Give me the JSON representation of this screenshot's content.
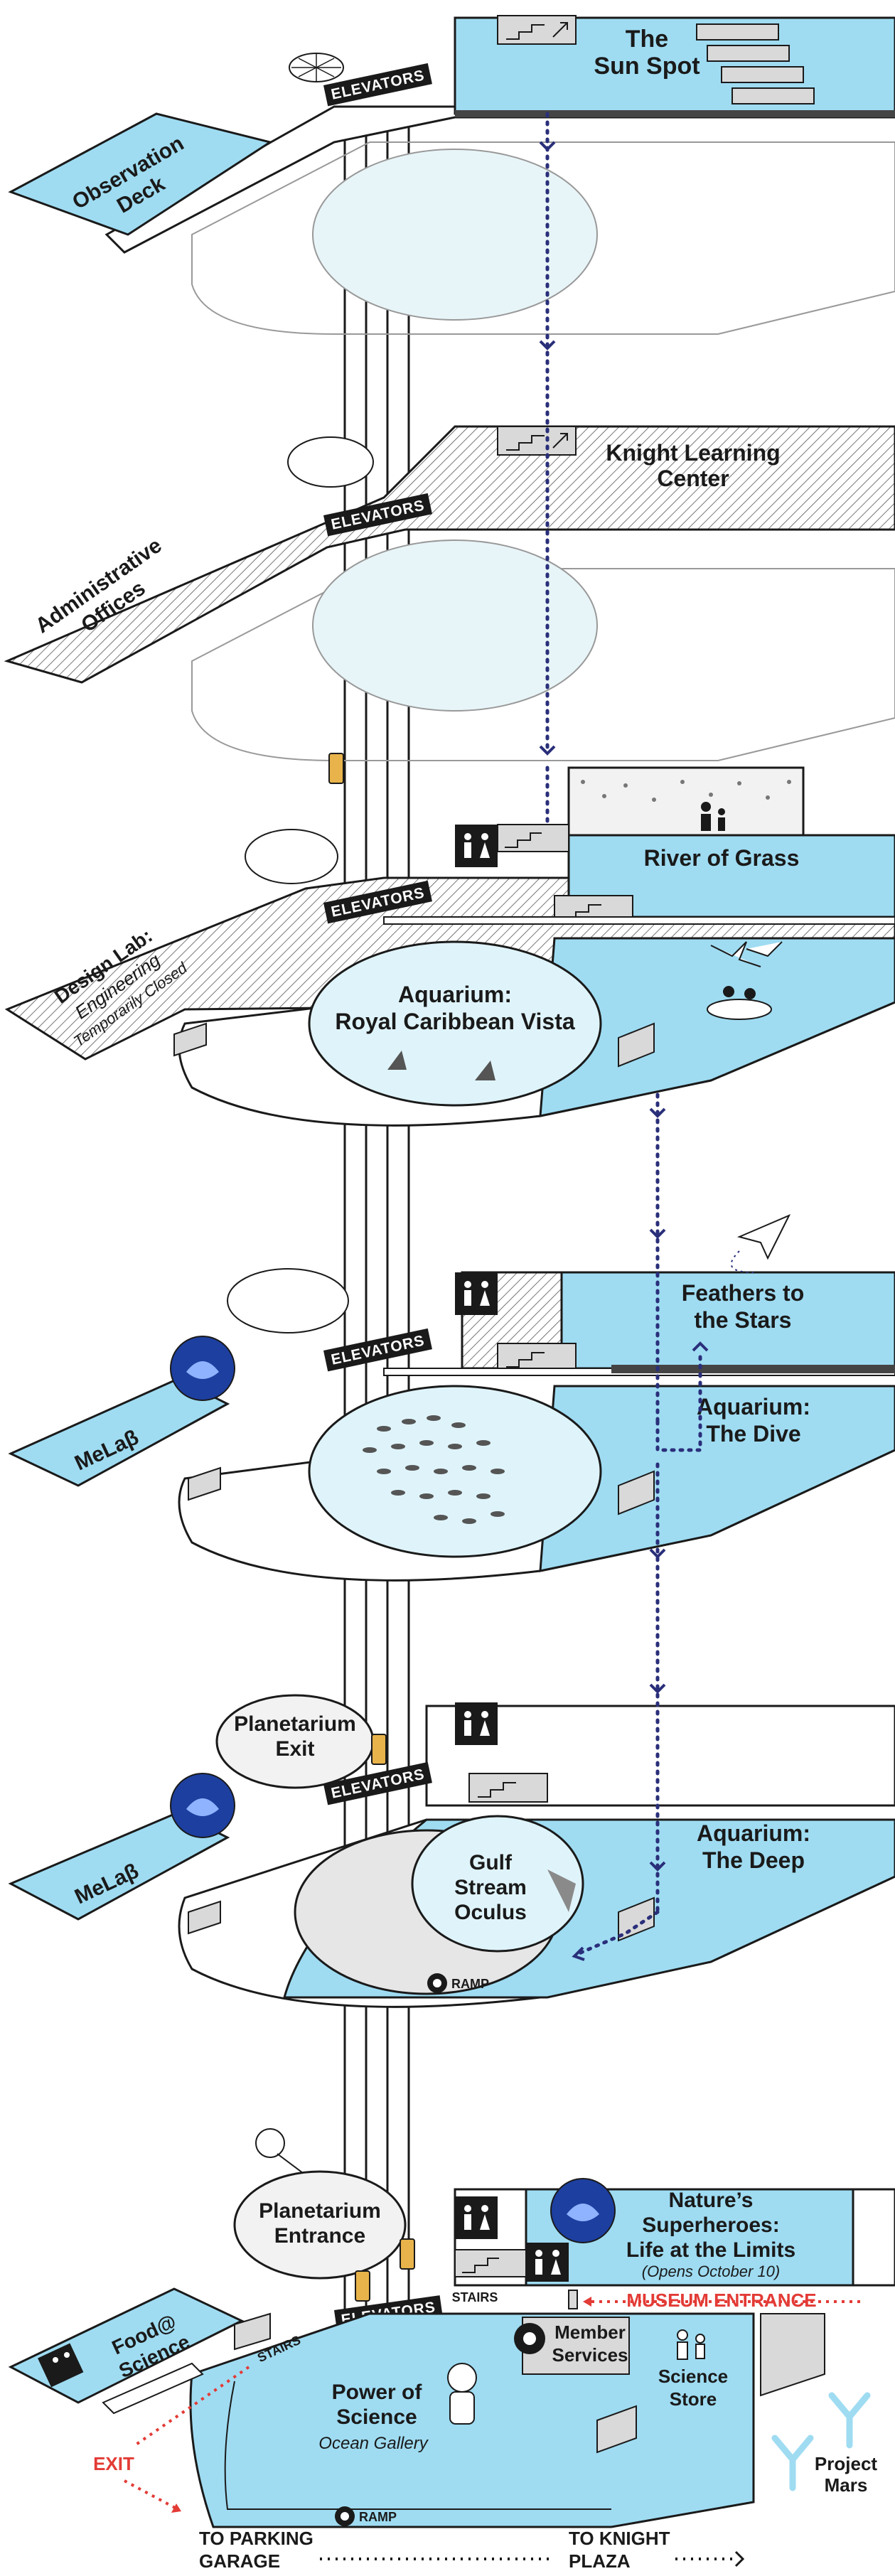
{
  "colors": {
    "water": "#9fdcf2",
    "water_light": "#dff4fa",
    "ink": "#1a1a1a",
    "accent_red": "#e33b36",
    "navy_dots": "#2a2f7a",
    "badge_blue": "#1d3fa0",
    "grey_panel": "#d9d9d9"
  },
  "elevators": "ELEVATORS",
  "levels": {
    "sun_spot": {
      "title_1": "The",
      "title_2": "Sun Spot"
    },
    "observation_deck": {
      "line_1": "Observation",
      "line_2": "Deck"
    },
    "knight": {
      "line_1": "Knight Learning",
      "line_2": "Center"
    },
    "admin": {
      "line_1": "Administrative",
      "line_2": "Offices"
    },
    "river": {
      "title": "River of Grass"
    },
    "design_lab": {
      "line_1": "Design Lab:",
      "line_2": "Engineering",
      "line_3": "Temporarily Closed"
    },
    "aquarium_vista": {
      "line_1": "Aquarium:",
      "line_2": "Royal Caribbean Vista"
    },
    "feathers": {
      "line_1": "Feathers to",
      "line_2": "the Stars"
    },
    "melab": {
      "label": "MeLaβ"
    },
    "dive": {
      "line_1": "Aquarium:",
      "line_2": "The Dive"
    },
    "planetarium_exit": {
      "line_1": "Planetarium",
      "line_2": "Exit"
    },
    "deep": {
      "line_1": "Aquarium:",
      "line_2": "The Deep"
    },
    "oculus": {
      "line_1": "Gulf",
      "line_2": "Stream",
      "line_3": "Oculus"
    },
    "ramp": "RAMP",
    "planetarium_entrance": {
      "line_1": "Planetarium",
      "line_2": "Entrance"
    },
    "superheroes": {
      "line_1": "Nature’s",
      "line_2": "Superheroes:",
      "line_3": "Life at the Limits",
      "note": "(Opens October 10)"
    },
    "stairs": "STAIRS",
    "museum_entrance": "MUSEUM ENTRANCE",
    "member": {
      "line_1": "Member",
      "line_2": "Services"
    },
    "food": {
      "line_1": "Food@",
      "line_2": "Science"
    },
    "power": {
      "line_1": "Power of",
      "line_2": "Science",
      "line_3": "Ocean Gallery"
    },
    "store": {
      "line_1": "Science",
      "line_2": "Store"
    },
    "mars": {
      "line_1": "Project",
      "line_2": "Mars"
    },
    "exit": "EXIT",
    "parking": {
      "line_1": "TO PARKING",
      "line_2": "GARAGE"
    },
    "knight_plaza": {
      "line_1": "TO KNIGHT",
      "line_2": "PLAZA"
    }
  }
}
